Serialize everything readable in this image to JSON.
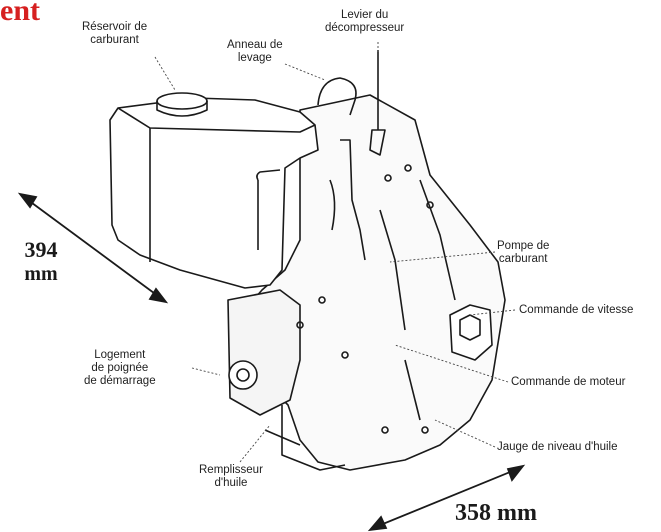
{
  "title_fragment": "ent",
  "labels": {
    "fuel_tank": [
      "Réservoir de",
      "carburant"
    ],
    "lifting_ring": [
      "Anneau de",
      "levage"
    ],
    "decompressor_lever": [
      "Levier du",
      "décompresseur"
    ],
    "fuel_pump": [
      "Pompe de",
      "carburant"
    ],
    "speed_control": [
      "Commande de vitesse"
    ],
    "engine_control": [
      "Commande de moteur"
    ],
    "oil_gauge": [
      "Jauge de niveau d'huile"
    ],
    "oil_filler": [
      "Remplisseur",
      "d'huile"
    ],
    "starter_housing": [
      "Logement",
      "de poignée",
      "de démarrage"
    ]
  },
  "dimensions": {
    "height_value": "394",
    "height_unit": "mm",
    "depth_text": "358 mm"
  },
  "colors": {
    "title": "#d62020",
    "ink": "#1a1a1a"
  }
}
